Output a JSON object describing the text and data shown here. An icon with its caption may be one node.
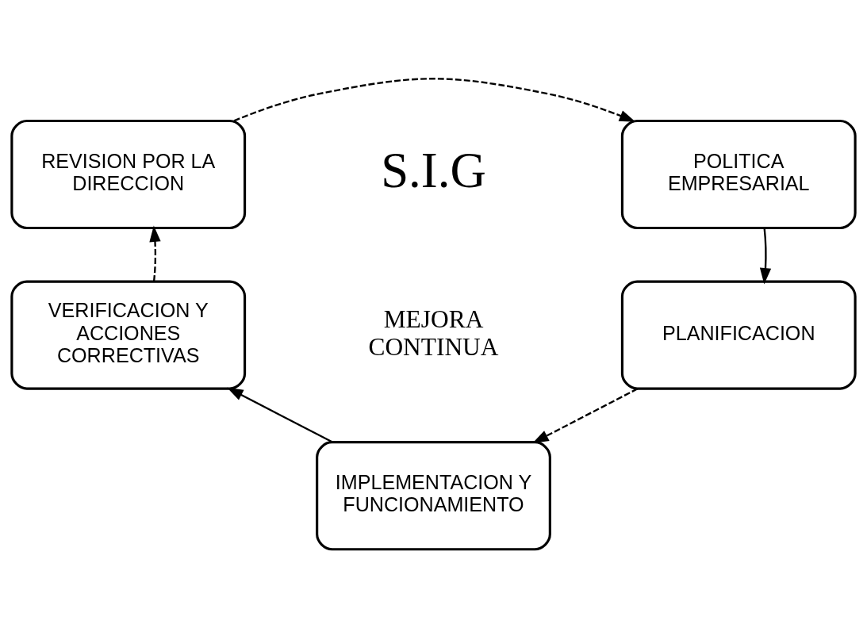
{
  "diagram": {
    "nodes": [
      {
        "text": [
          "REVISION POR LA DIRECCION"
        ]
      },
      {
        "text": [
          "POLITICA EMPRESARIAL"
        ]
      },
      {
        "text": [
          "PLANIFICACION"
        ]
      },
      {
        "text": [
          "IMPLEMENTACION Y FUNCIONAMIENTO"
        ]
      },
      {
        "text": [
          "VERIFICACION Y ACCIONES CORRECTIVAS"
        ]
      }
    ],
    "edges": [
      {
        "from": 0,
        "to": 1,
        "arrow": "to",
        "style": "dashed"
      },
      {
        "from": 1,
        "to": 2,
        "arrow": "to"
      },
      {
        "from": 2,
        "to": 3,
        "arrow": "to",
        "style": "dashed"
      },
      {
        "from": 3,
        "to": 4,
        "arrow": "to"
      },
      {
        "from": 4,
        "to": 0,
        "arrow": "to",
        "style": "dashed"
      }
    ],
    "labels": [
      "S.I.G",
      "MEJORA CONTINUA"
    ]
  }
}
